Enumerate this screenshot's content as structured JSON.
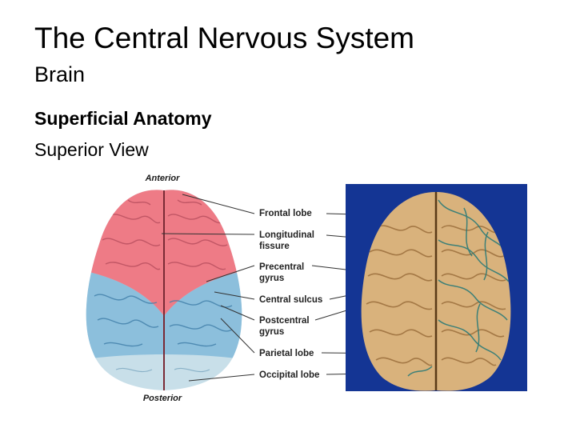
{
  "slide": {
    "title": "The Central Nervous System",
    "subtitle": "Brain",
    "section": "Superficial Anatomy",
    "view": "Superior View"
  },
  "figure": {
    "orientation_top": "Anterior",
    "orientation_bottom": "Posterior",
    "labels": [
      {
        "line1": "Frontal lobe",
        "line2": ""
      },
      {
        "line1": "Longitudinal",
        "line2": "fissure"
      },
      {
        "line1": "Precentral",
        "line2": "gyrus"
      },
      {
        "line1": "Central sulcus",
        "line2": ""
      },
      {
        "line1": "Postcentral",
        "line2": "gyrus"
      },
      {
        "line1": "Parietal lobe",
        "line2": ""
      },
      {
        "line1": "Occipital lobe",
        "line2": ""
      }
    ]
  },
  "colors": {
    "frontal": "#ee7b86",
    "parietal": "#8cbfdc",
    "occipital": "#c8dfe9",
    "photo_bg": "#1a3b9c",
    "photo_brain": "#d9b27c",
    "vessels": "#2b7b78"
  }
}
